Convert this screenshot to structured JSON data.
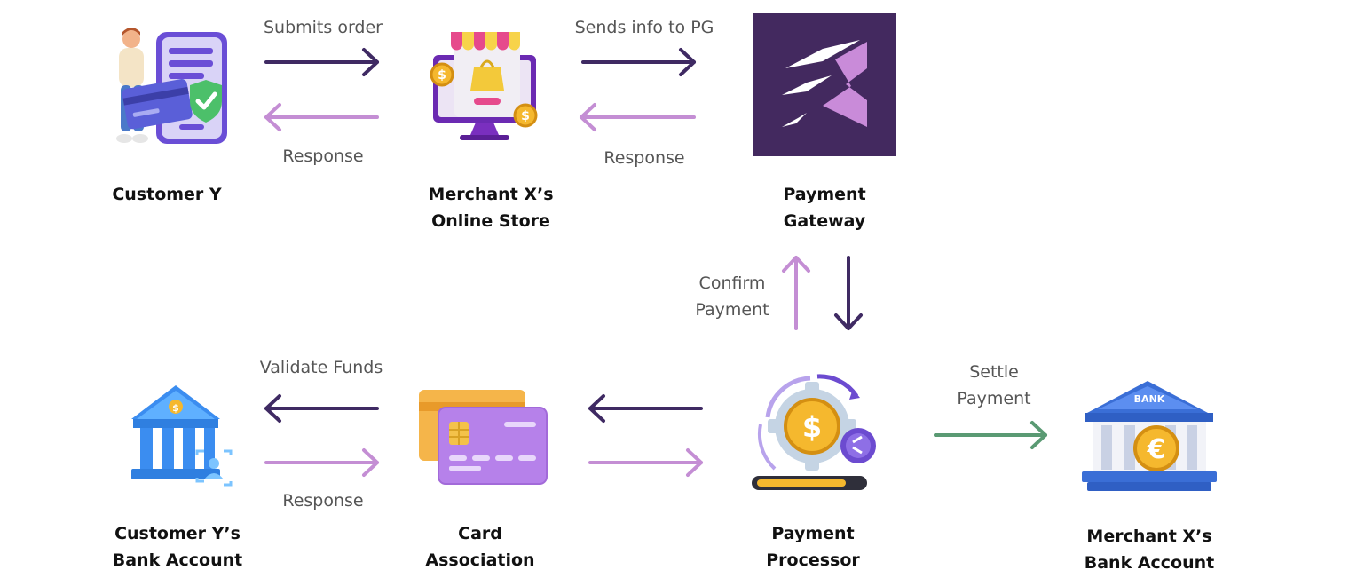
{
  "nodes": {
    "customer": {
      "line1": "Customer Y"
    },
    "merchant_store": {
      "line1": "Merchant X’s",
      "line2": "Online Store"
    },
    "gateway": {
      "line1": "Payment",
      "line2": "Gateway"
    },
    "customer_bank": {
      "line1": "Customer Y’s",
      "line2": "Bank Account"
    },
    "card_association": {
      "line1": "Card",
      "line2": "Association"
    },
    "processor": {
      "line1": "Payment",
      "line2": "Processor"
    },
    "merchant_bank": {
      "line1": "Merchant X’s",
      "line2": "Bank Account"
    }
  },
  "edges": {
    "submits_order": "Submits order",
    "response_1": "Response",
    "sends_info": "Sends info to PG",
    "response_2": "Response",
    "confirm_line1": "Confirm",
    "confirm_line2": "Payment",
    "validate_funds": "Validate Funds",
    "response_3": "Response",
    "settle_line1": "Settle",
    "settle_line2": "Payment"
  },
  "icon_text": {
    "bank_sign": "BANK",
    "dollar": "$",
    "euro": "€"
  },
  "colors": {
    "dark_purple": "#3f2a63",
    "light_purple": "#c48ed4",
    "green": "#5a9a73",
    "gateway_bg": "#43295f",
    "gateway_logo": "#c98bd9"
  }
}
